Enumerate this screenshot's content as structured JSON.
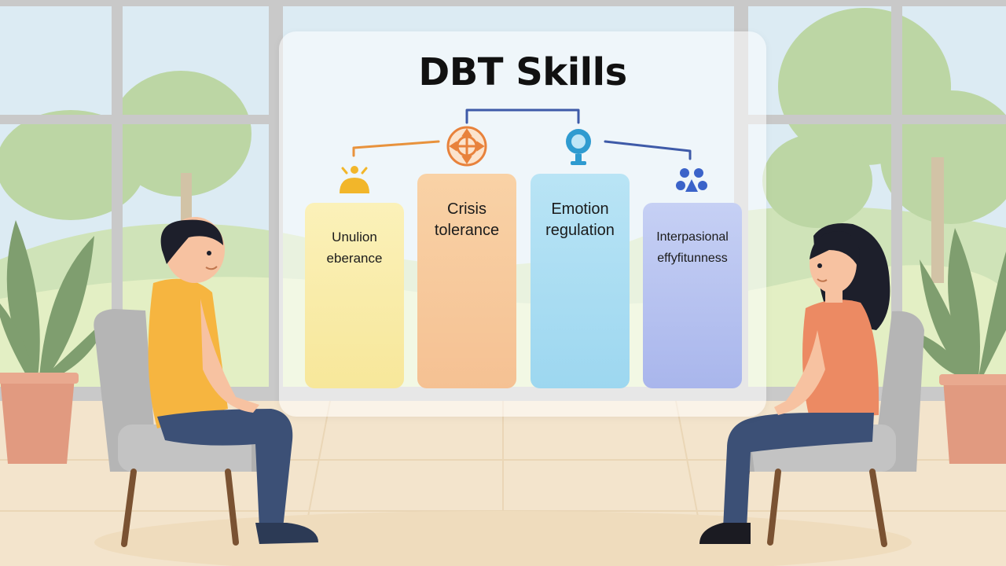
{
  "diagram": {
    "title": "DBT Skills",
    "cards": [
      {
        "line1": "Unulion",
        "line2": "eberance",
        "color": "#f7e79a",
        "icon": "sun-icon",
        "icon_color": "#f2b62a"
      },
      {
        "line1": "Crisis",
        "line2": "tolerance",
        "color": "#f5c193",
        "icon": "compass-icon",
        "icon_color": "#e8823c"
      },
      {
        "line1": "Emotion",
        "line2": "regulation",
        "color": "#9dd7f0",
        "icon": "drop-icon",
        "icon_color": "#2f9bd0"
      },
      {
        "line1": "Interpasional",
        "line2": "effyfitunness",
        "color": "#a9b6ec",
        "icon": "people-icon",
        "icon_color": "#3b63c9"
      }
    ],
    "connector_colors": {
      "left": "#e8923c",
      "top": "#3e5aa8",
      "right": "#3e5aa8"
    }
  },
  "scene": {
    "wall_color": "#f2eee6",
    "sky_color": "#dcebf3",
    "floor_color": "#f3e4cc",
    "person_left_shirt": "#f6b540",
    "person_right_shirt": "#ec8a63",
    "pants_color": "#3c5076",
    "chair_color": "#b9b9b9"
  }
}
